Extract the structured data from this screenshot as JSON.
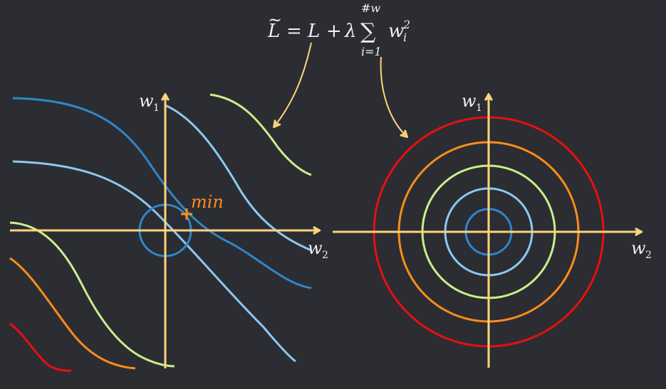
{
  "formula": {
    "lhs": "L",
    "tilde": "~",
    "equals": "=",
    "L": "L",
    "plus": "+",
    "lambda": "λ",
    "sum": "∑",
    "sum_top": "#w",
    "sum_bottom": "i=1",
    "w": "w",
    "sub_i": "i",
    "sup_2": "2"
  },
  "left_plot": {
    "axis_y_label": "w",
    "axis_y_sub": "1",
    "axis_x_label": "w",
    "axis_x_sub": "2",
    "min_label": "min"
  },
  "right_plot": {
    "axis_y_label": "w",
    "axis_y_sub": "1",
    "axis_x_label": "w",
    "axis_x_sub": "2"
  },
  "colors": {
    "background": "#2b2d33",
    "axis": "#ffd47a",
    "arrow": "#ffd47a",
    "dark_blue": "#2f86c9",
    "light_blue": "#8ec8f0",
    "light_green": "#c8f08a",
    "orange": "#ff8c1a",
    "red": "#e61010",
    "min_marker": "#ff8c1a"
  }
}
